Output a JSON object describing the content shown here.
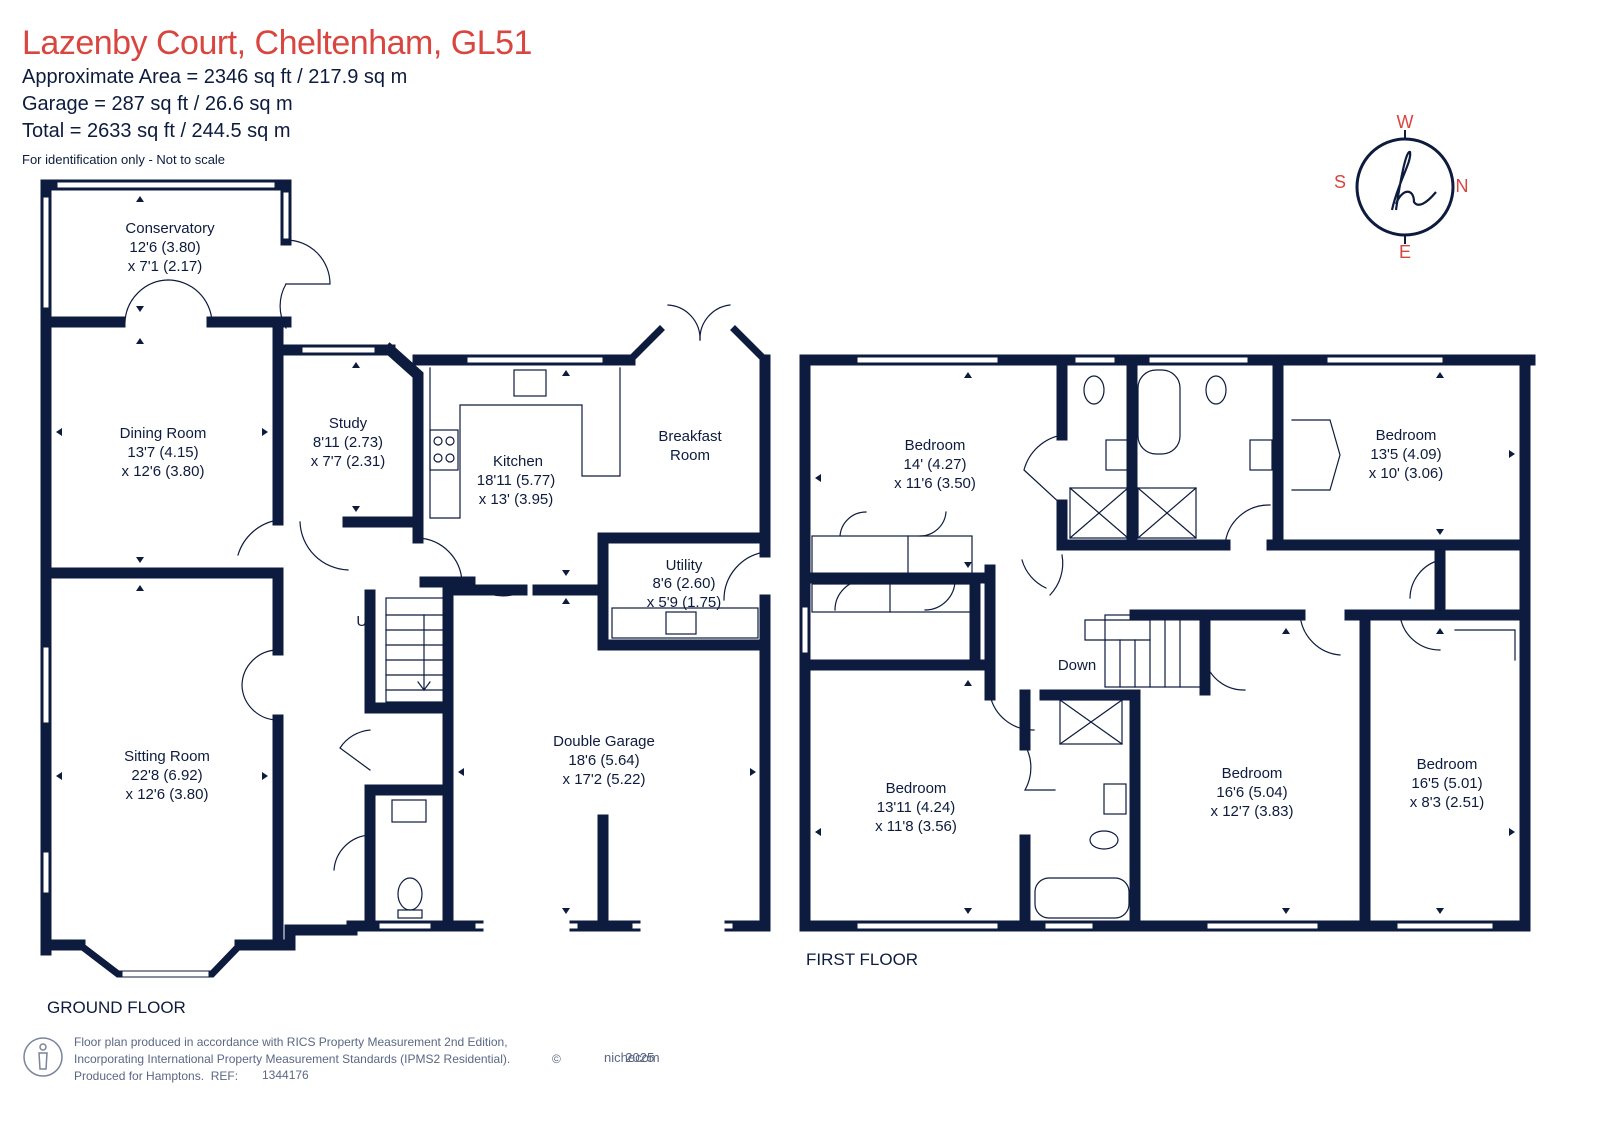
{
  "header": {
    "title": "Lazenby Court, Cheltenham, GL51",
    "approx_area": "Approximate Area = 2346 sq ft / 217.9 sq m",
    "garage": "Garage = 287 sq ft / 26.6 sq m",
    "total": "Total = 2633 sq ft / 244.5 sq m",
    "note": "For identification only - Not to scale"
  },
  "compass": {
    "w": "W",
    "n": "N",
    "s": "S",
    "e": "E",
    "logo": "h"
  },
  "ground_floor": {
    "label": "GROUND FLOOR",
    "conservatory": {
      "name": "Conservatory",
      "dim1": "12'6 (3.80)",
      "dim2": "x 7'1 (2.17)"
    },
    "dining": {
      "name": "Dining Room",
      "dim1": "13'7 (4.15)",
      "dim2": "x 12'6 (3.80)"
    },
    "study": {
      "name": "Study",
      "dim1": "8'11 (2.73)",
      "dim2": "x 7'7 (2.31)"
    },
    "kitchen": {
      "name": "Kitchen",
      "dim1": "18'11 (5.77)",
      "dim2": "x 13' (3.95)"
    },
    "breakfast": {
      "name1": "Breakfast",
      "name2": "Room"
    },
    "utility": {
      "name": "Utility",
      "dim1": "8'6 (2.60)",
      "dim2": "x 5'9 (1.75)"
    },
    "sitting": {
      "name": "Sitting Room",
      "dim1": "22'8 (6.92)",
      "dim2": "x 12'6 (3.80)"
    },
    "garage": {
      "name": "Double Garage",
      "dim1": "18'6 (5.64)",
      "dim2": "x 17'2 (5.22)"
    },
    "up": "Up"
  },
  "first_floor": {
    "label": "FIRST FLOOR",
    "bed1": {
      "name": "Bedroom",
      "dim1": "14' (4.27)",
      "dim2": "x 11'6 (3.50)"
    },
    "bed2": {
      "name": "Bedroom",
      "dim1": "13'5 (4.09)",
      "dim2": "x 10' (3.06)"
    },
    "bed3": {
      "name": "Bedroom",
      "dim1": "13'11 (4.24)",
      "dim2": "x 11'8 (3.56)"
    },
    "bed4": {
      "name": "Bedroom",
      "dim1": "16'6 (5.04)",
      "dim2": "x 12'7 (3.83)"
    },
    "bed5": {
      "name": "Bedroom",
      "dim1": "16'5 (5.01)",
      "dim2": "x 8'3 (2.51)"
    },
    "down": "Down"
  },
  "footer": {
    "line1": "Floor plan produced in accordance with RICS Property Measurement 2nd Edition,",
    "line2": "Incorporating International Property Measurement Standards (IPMS2 Residential).",
    "line3": "Produced for Hamptons.",
    "ref_label": "REF:",
    "ref": "1344176",
    "copyright": "©",
    "brand": "nichecom",
    "year": "2025"
  },
  "colors": {
    "wall": "#0d1b3e",
    "title": "#d9453f",
    "window": "#ffffff"
  }
}
